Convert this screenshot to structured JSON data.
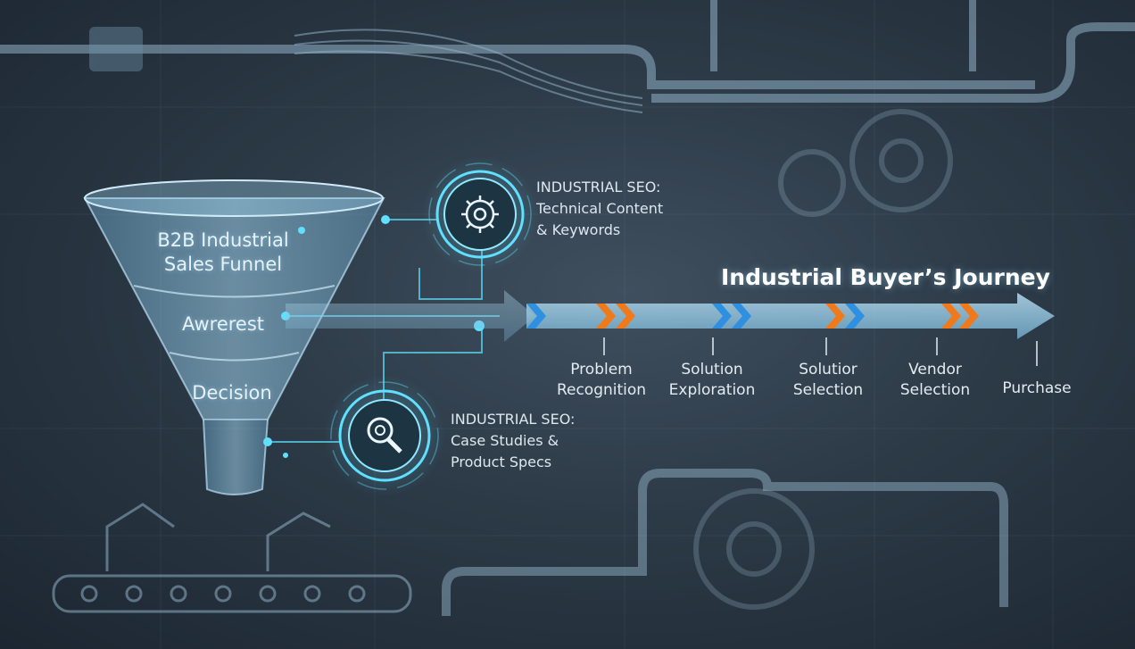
{
  "funnel": {
    "title_line1": "B2B Industrial",
    "title_line2": "Sales Funnel",
    "stage_awareness": "Awrerest",
    "stage_decision": "Decision"
  },
  "seo_top": {
    "line1": "INDUSTRIAL SEO:",
    "line2": "Technical Content",
    "line3": "& Keywords",
    "icon": "gear-icon"
  },
  "seo_bottom": {
    "line1": "INDUSTRIAL SEO:",
    "line2": "Case Studies &",
    "line3": "Product Specs",
    "icon": "magnifier-gear-icon"
  },
  "journey": {
    "title": "Industrial Buyer’s Journey",
    "steps": [
      {
        "line1": "Problem",
        "line2": "Recognition"
      },
      {
        "line1": "Solution",
        "line2": "Exploration"
      },
      {
        "line1": "Solutior",
        "line2": "Selection"
      },
      {
        "line1": "Vendor",
        "line2": "Selection"
      },
      {
        "line1": "Purchase",
        "line2": ""
      }
    ]
  },
  "colors": {
    "accent_cyan": "#5fe0ff",
    "chevron_blue": "#2f8fe0",
    "chevron_orange": "#f07a1a",
    "arrow_fill": "#8fc3df"
  }
}
